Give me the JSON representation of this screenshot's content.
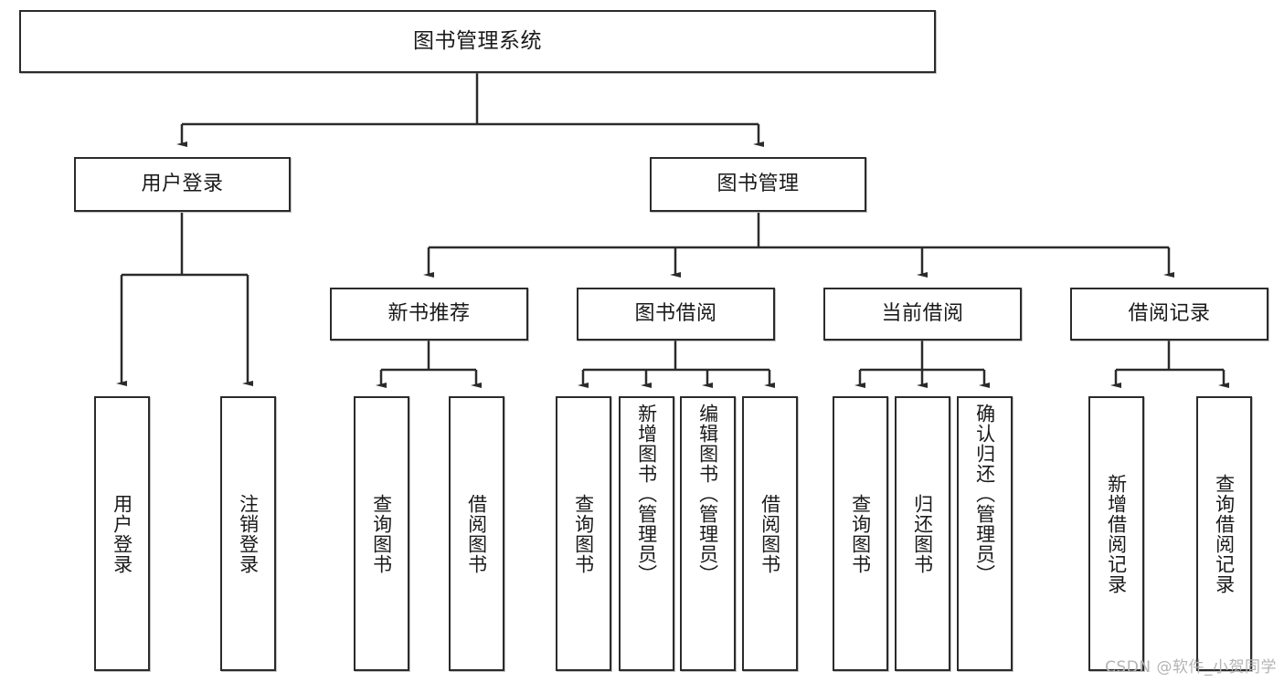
{
  "diagram": {
    "title": "图书管理系统",
    "type": "tree-hierarchy",
    "watermark": "CSDN @软件_小贺同学",
    "colors": {
      "border": "#2b2b2b",
      "background": "#ffffff",
      "text": "#1a1a1a",
      "watermark": "#b4b4b4"
    },
    "levels": {
      "level1": [
        "图书管理系统"
      ],
      "level2": [
        "用户登录",
        "图书管理"
      ],
      "level3": [
        "新书推荐",
        "图书借阅",
        "当前借阅",
        "借阅记录"
      ],
      "level4": [
        "用户登录",
        "注销登录",
        "查询图书",
        "借阅图书",
        "查询图书",
        "新增图书（管理员）",
        "编辑图书（管理员）",
        "借阅图书",
        "查询图书",
        "归还图书",
        "确认归还（管理员）",
        "新增借阅记录",
        "查询借阅记录"
      ]
    },
    "nodes": {
      "root": {
        "label": "图书管理系统"
      },
      "user_login": {
        "label": "用户登录"
      },
      "book_manage": {
        "label": "图书管理"
      },
      "new_book_rec": {
        "label": "新书推荐"
      },
      "book_borrow": {
        "label": "图书借阅"
      },
      "current_borrow": {
        "label": "当前借阅"
      },
      "borrow_record": {
        "label": "借阅记录"
      },
      "leaf_user_login": {
        "label": "用户登录"
      },
      "leaf_logout": {
        "label": "注销登录"
      },
      "leaf_query_book_a": {
        "label": "查询图书"
      },
      "leaf_borrow_book_a": {
        "label": "借阅图书"
      },
      "leaf_query_book_b": {
        "label": "查询图书"
      },
      "leaf_add_book": {
        "label": "新增图书（管理员）"
      },
      "leaf_edit_book": {
        "label": "编辑图书（管理员）"
      },
      "leaf_borrow_book_b": {
        "label": "借阅图书"
      },
      "leaf_query_book_c": {
        "label": "查询图书"
      },
      "leaf_return_book": {
        "label": "归还图书"
      },
      "leaf_confirm_return": {
        "label": "确认归还（管理员）"
      },
      "leaf_add_record": {
        "label": "新增借阅记录"
      },
      "leaf_query_record": {
        "label": "查询借阅记录"
      }
    }
  }
}
